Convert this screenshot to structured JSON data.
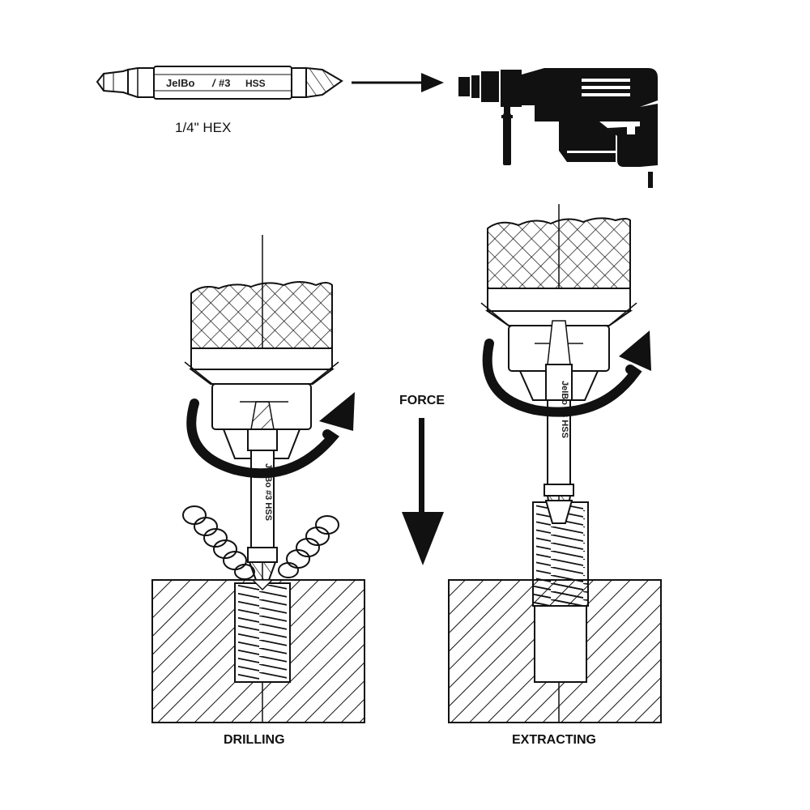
{
  "bit": {
    "brand": "JeIBo",
    "size_mark": "#3",
    "material": "HSS",
    "hex_label": "1/4\" HEX",
    "vertical_text": "JeIBo #3 HSS"
  },
  "labels": {
    "force": "FORCE",
    "drilling": "DRILLING",
    "extracting": "EXTRACTING"
  },
  "colors": {
    "ink": "#111111",
    "paper": "#ffffff"
  }
}
